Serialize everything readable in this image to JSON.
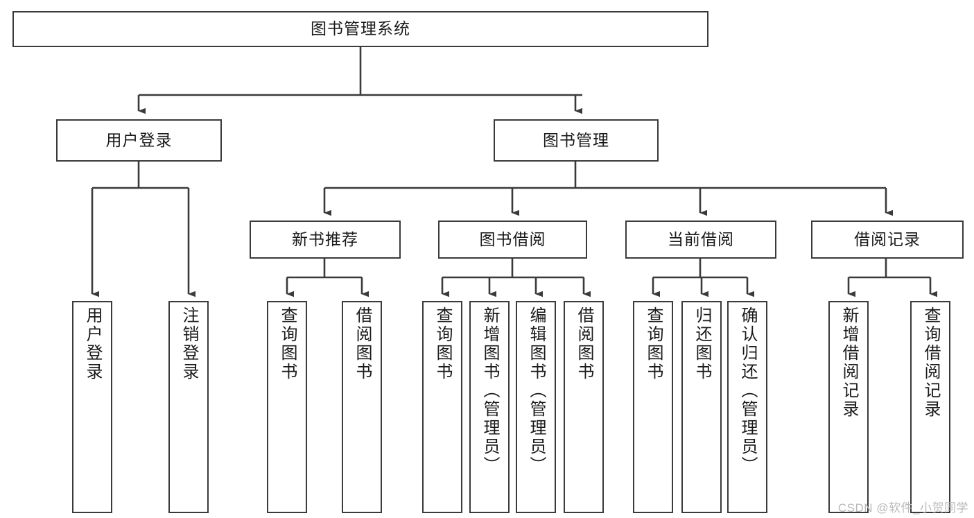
{
  "diagram": {
    "title": "图书管理系统",
    "type": "tree-hierarchy-function-decomposition",
    "colors": {
      "box_border": "#3a3a3a",
      "box_fill": "#ffffff",
      "connector": "#3a3a3a",
      "text": "#1a1a1a",
      "watermark": "#b9b9b9",
      "background": "#ffffff"
    },
    "watermark": "CSDN @软件_小贺同学",
    "nodes": {
      "root": {
        "label": "图书管理系统",
        "level": 1
      },
      "level2": [
        {
          "id": "user-login",
          "label": "用户登录"
        },
        {
          "id": "book-manage",
          "label": "图书管理"
        }
      ],
      "level3": [
        {
          "id": "new-book-recommend",
          "label": "新书推荐",
          "parent": "book-manage"
        },
        {
          "id": "book-borrow",
          "label": "图书借阅",
          "parent": "book-manage"
        },
        {
          "id": "current-borrow",
          "label": "当前借阅",
          "parent": "book-manage"
        },
        {
          "id": "borrow-record",
          "label": "借阅记录",
          "parent": "book-manage"
        }
      ],
      "leaves": [
        {
          "id": "leaf-user-login",
          "label": "用户登录",
          "parent": "user-login"
        },
        {
          "id": "leaf-logout",
          "label": "注销登录",
          "parent": "user-login"
        },
        {
          "id": "leaf-query-book-1",
          "label": "查询图书",
          "parent": "new-book-recommend"
        },
        {
          "id": "leaf-borrow-book-1",
          "label": "借阅图书",
          "parent": "new-book-recommend"
        },
        {
          "id": "leaf-query-book-2",
          "label": "查询图书",
          "parent": "book-borrow"
        },
        {
          "id": "leaf-add-book",
          "label": "新增图书（管理员）",
          "parent": "book-borrow"
        },
        {
          "id": "leaf-edit-book",
          "label": "编辑图书（管理员）",
          "parent": "book-borrow"
        },
        {
          "id": "leaf-borrow-book-2",
          "label": "借阅图书",
          "parent": "book-borrow"
        },
        {
          "id": "leaf-query-book-3",
          "label": "查询图书",
          "parent": "current-borrow"
        },
        {
          "id": "leaf-return-book",
          "label": "归还图书",
          "parent": "current-borrow"
        },
        {
          "id": "leaf-confirm-return",
          "label": "确认归还（管理员）",
          "parent": "current-borrow"
        },
        {
          "id": "leaf-add-record",
          "label": "新增借阅记录",
          "parent": "borrow-record"
        },
        {
          "id": "leaf-query-record",
          "label": "查询借阅记录",
          "parent": "borrow-record"
        }
      ]
    }
  }
}
